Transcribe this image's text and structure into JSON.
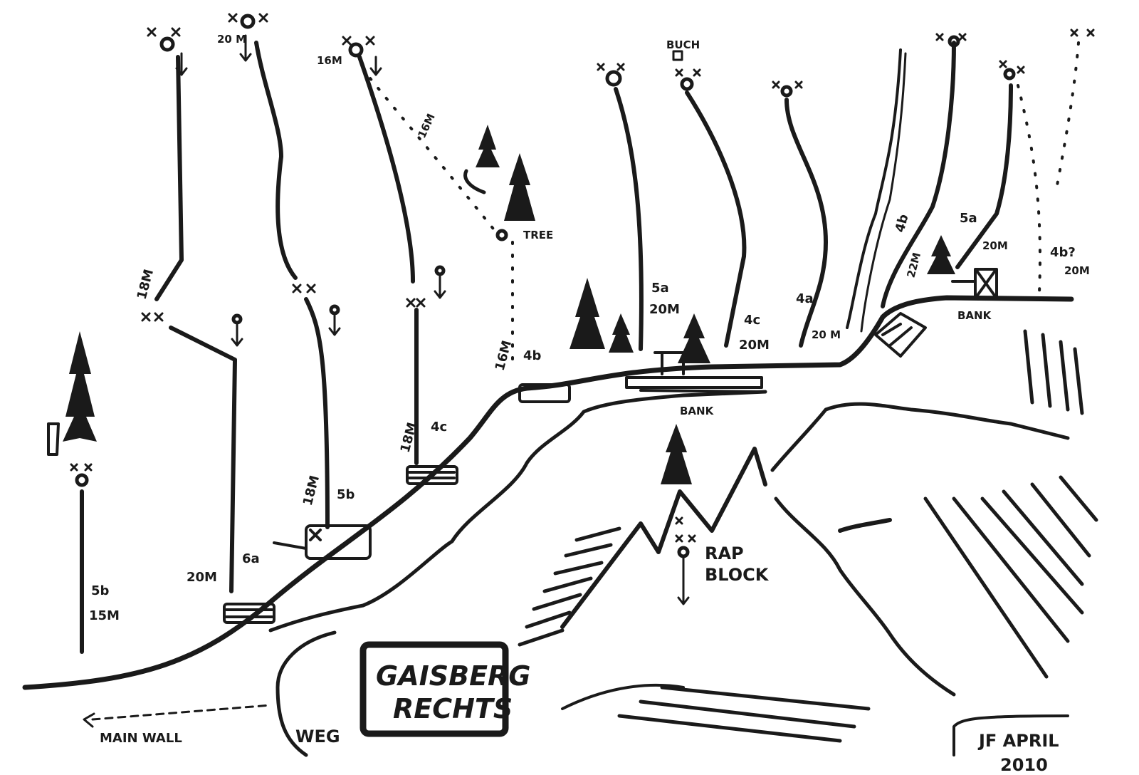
{
  "title": {
    "line1": "GAISBERG",
    "line2": "RECHTS"
  },
  "signature": {
    "line1": "JF APRIL",
    "line2": "2010"
  },
  "path_labels": {
    "weg": "WEG",
    "main_wall": "MAIN WALL"
  },
  "landmarks": {
    "tree": "TREE",
    "buch": "BUCH",
    "bank_center": "BANK",
    "bank_right": "BANK",
    "rap_line1": "RAP",
    "rap_line2": "BLOCK"
  },
  "routes": [
    {
      "grade": "5b",
      "length": "15M"
    },
    {
      "grade": "6a",
      "length": "20M"
    },
    {
      "grade": "",
      "length": "18M"
    },
    {
      "grade": "",
      "length": "20 M"
    },
    {
      "grade": "5b",
      "length": "18M"
    },
    {
      "grade": "4c",
      "length": "18M"
    },
    {
      "grade": "",
      "length": "16M"
    },
    {
      "grade": "4b",
      "length": "16M"
    },
    {
      "grade": "",
      "length": "16M"
    },
    {
      "grade": "5a",
      "length": "20M"
    },
    {
      "grade": "4c",
      "length": "20M"
    },
    {
      "grade": "4a",
      "length": "20 M"
    },
    {
      "grade": "4b",
      "length": "22M"
    },
    {
      "grade": "5a",
      "length": "20M"
    },
    {
      "grade": "4b?",
      "length": "20M"
    }
  ],
  "colors": {
    "ink": "#1a1a1a",
    "paper": "#ffffff"
  }
}
